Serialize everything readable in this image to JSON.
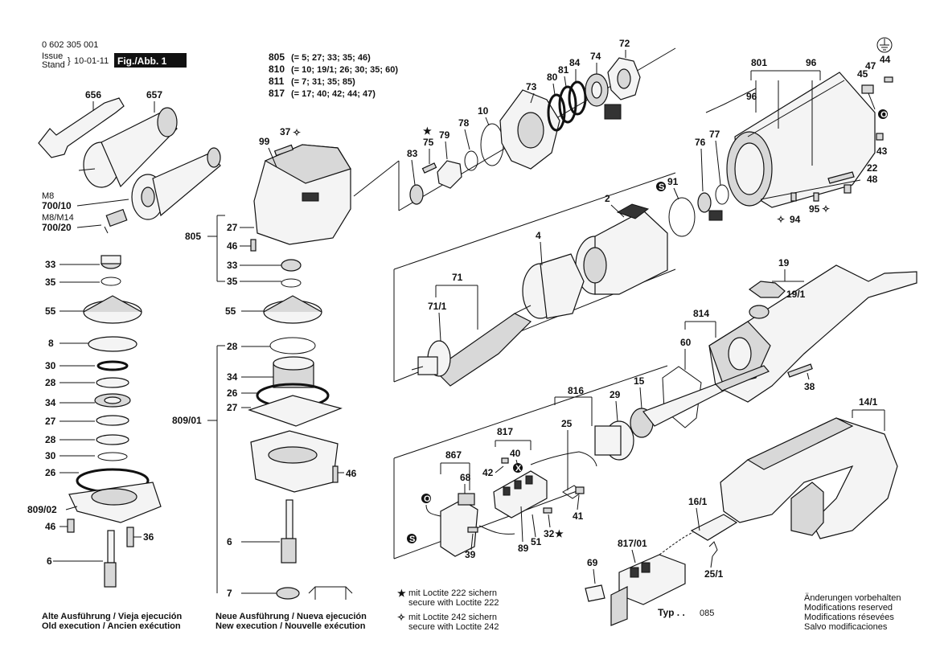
{
  "header": {
    "doc_number": "0 602 305 001",
    "issue_label": "Issue",
    "stand_label": "Stand",
    "issue_date": "10-01-11",
    "fig_label": "Fig./Abb. 1"
  },
  "kits": [
    {
      "code": "805",
      "contents": "(= 5; 27; 33; 35; 46)"
    },
    {
      "code": "810",
      "contents": "(= 10; 19/1; 26; 30; 35; 60)"
    },
    {
      "code": "811",
      "contents": "(= 7; 31; 35; 85)"
    },
    {
      "code": "817",
      "contents": "(= 17; 40; 42; 44; 47)"
    }
  ],
  "labels": {
    "p656": "656",
    "p657": "657",
    "m8": "M8",
    "p700_10": "700/10",
    "m8m14": "M8/M14",
    "p700_20": "700/20",
    "old33": "33",
    "old35": "35",
    "old55": "55",
    "old8": "8",
    "old30a": "30",
    "old28a": "28",
    "old34": "34",
    "old27": "27",
    "old28b": "28",
    "old30b": "30",
    "old26": "26",
    "old809_02": "809/02",
    "old46": "46",
    "old36": "36",
    "old6": "6",
    "p99": "99",
    "p37": "37",
    "p805": "805",
    "new27a": "27",
    "new46a": "46",
    "new33": "33",
    "new35": "35",
    "new55": "55",
    "new28": "28",
    "new34": "34",
    "new26": "26",
    "new27b": "27",
    "p809_01": "809/01",
    "new46b": "46",
    "new6": "6",
    "new7": "7",
    "p83": "83",
    "p75": "75",
    "p79": "79",
    "p78": "78",
    "p10": "10",
    "p73": "73",
    "p80": "80",
    "p81": "81",
    "p84": "84",
    "p74": "74",
    "p72": "72",
    "p801": "801",
    "p96a": "96",
    "p96b": "96",
    "p76": "76",
    "p77": "77",
    "p45": "45",
    "p47": "47",
    "p44": "44",
    "p43": "43",
    "p22": "22",
    "p48": "48",
    "p94": "94",
    "p95": "95",
    "p91": "91",
    "p2": "2",
    "p4": "4",
    "p71": "71",
    "p71_1": "71/1",
    "p19": "19",
    "p19_1": "19/1",
    "p814": "814",
    "p60": "60",
    "p38": "38",
    "p816": "816",
    "p29": "29",
    "p15": "15",
    "p25": "25",
    "p817": "817",
    "p40": "40",
    "p42": "42",
    "p41": "41",
    "p32": "32",
    "p867": "867",
    "p68": "68",
    "p39": "39",
    "p89": "89",
    "p51": "51",
    "p14_1": "14/1",
    "p16_1": "16/1",
    "p817_01": "817/01",
    "p69": "69",
    "p25_1": "25/1",
    "circle_o": "O",
    "circle_s": "S",
    "circle_x": "X"
  },
  "footer": {
    "old_exec_1": "Alte Ausführung / Vieja ejecución",
    "old_exec_2": "Old execution / Ancien exécution",
    "new_exec_1": "Neue Ausführung / Nueva ejecución",
    "new_exec_2": "New execution / Nouvelle exécution",
    "loctite222_1": "mit Loctite 222 sichern",
    "loctite222_2": "secure with Loctite 222",
    "loctite242_1": "mit Loctite 242 sichern",
    "loctite242_2": "secure with Loctite 242",
    "typ_label": "Typ . .",
    "typ_value": "085",
    "changes_1": "Änderungen vorbehalten",
    "changes_2": "Modifications reserved",
    "changes_3": "Modifications résevées",
    "changes_4": "Salvo modificaciones"
  },
  "symbols": {
    "filled_star": "★",
    "outline_star": "✧"
  }
}
